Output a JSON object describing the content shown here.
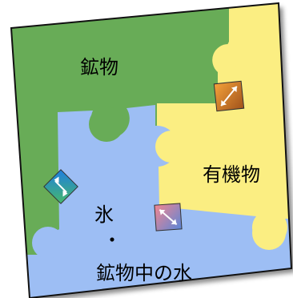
{
  "regions": [
    {
      "id": "minerals",
      "label": "鉱物",
      "color": "#68ac57"
    },
    {
      "id": "organics",
      "label": "有機物",
      "color": "#fbee82"
    },
    {
      "id": "water",
      "label_lines": [
        "氷",
        "・",
        "鉱物中の水"
      ],
      "color": "#9dbef4"
    }
  ],
  "colors": {
    "outline": "#111111",
    "connector_orange_from": "#f5a23a",
    "connector_orange_to": "#a0521b",
    "connector_blue_from": "#1e7ee0",
    "connector_blue_to": "#46b86b",
    "connector_pink_from": "#f3868f",
    "connector_pink_to": "#5a86d8"
  },
  "icons": [
    "orange-connector-icon",
    "blue-connector-icon",
    "pink-connector-icon"
  ]
}
